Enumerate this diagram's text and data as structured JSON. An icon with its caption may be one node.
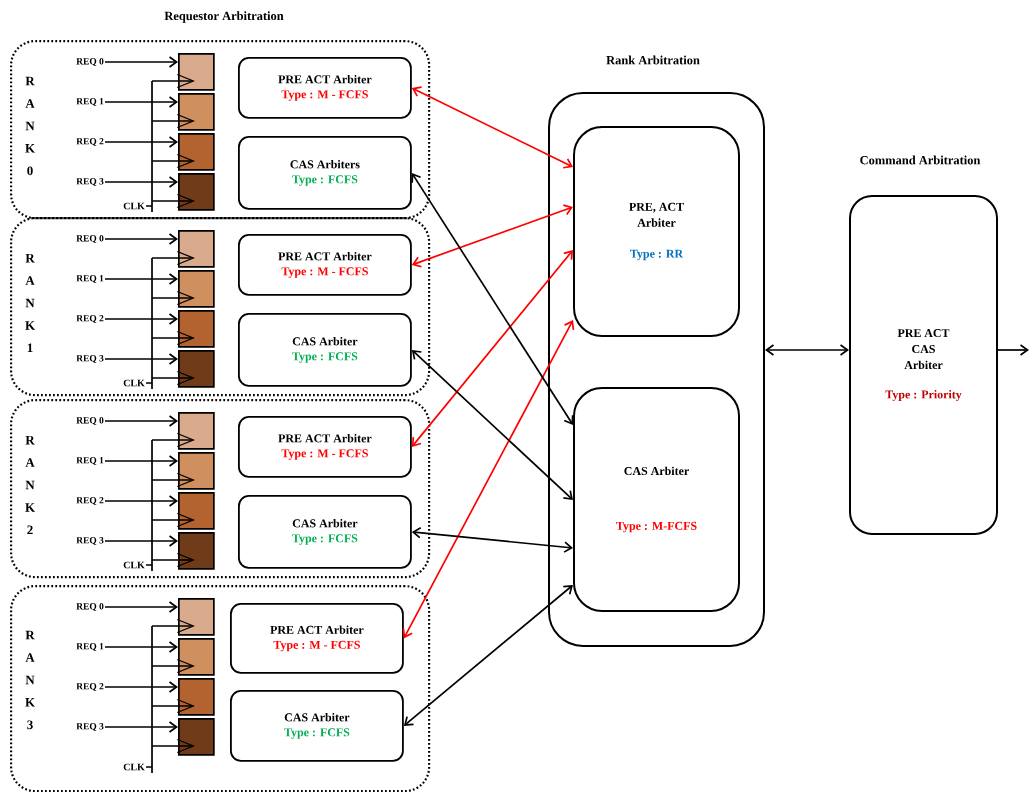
{
  "diagram": {
    "nodes": [
      {
        "text": [
          "R A N K 0"
        ]
      },
      {
        "text": [
          "REQ 0"
        ],
        "in": 0
      },
      {
        "text": [
          "REQ 1"
        ],
        "in": 0
      },
      {
        "text": [
          "REQ 2"
        ],
        "in": 0
      },
      {
        "text": [
          "REQ 3"
        ],
        "in": 0
      },
      {
        "text": [],
        "shape": "box",
        "in": 0
      },
      {
        "text": [],
        "shape": "box",
        "in": 0
      },
      {
        "text": [],
        "shape": "box",
        "in": 0
      },
      {
        "text": [],
        "shape": "box",
        "in": 0
      },
      {
        "text": [
          "CLK"
        ],
        "in": 0
      },
      {
        "text": [
          "PRE ACT Arbiter",
          "Type : M - FCFS"
        ],
        "in": 0
      },
      {
        "text": [
          "CAS Arbiters",
          "Type : FCFS"
        ],
        "in": 0
      },
      {
        "text": [
          "R A N K 1"
        ]
      },
      {
        "text": [
          "REQ 0"
        ],
        "in": 12
      },
      {
        "text": [
          "REQ 1"
        ],
        "in": 12
      },
      {
        "text": [
          "REQ 2"
        ],
        "in": 12
      },
      {
        "text": [
          "REQ 3"
        ],
        "in": 12
      },
      {
        "text": [],
        "shape": "box",
        "in": 12
      },
      {
        "text": [],
        "shape": "box",
        "in": 12
      },
      {
        "text": [],
        "shape": "box",
        "in": 12
      },
      {
        "text": [],
        "shape": "box",
        "in": 12
      },
      {
        "text": [
          "CLK"
        ],
        "in": 12
      },
      {
        "text": [
          "PRE ACT Arbiter",
          "Type : M - FCFS"
        ],
        "in": 12
      },
      {
        "text": [
          "CAS Arbiter",
          "Type : FCFS"
        ],
        "in": 12
      },
      {
        "text": [
          "R A N K 2"
        ]
      },
      {
        "text": [
          "REQ 0"
        ],
        "in": 24
      },
      {
        "text": [
          "REQ 1"
        ],
        "in": 24
      },
      {
        "text": [
          "REQ 2"
        ],
        "in": 24
      },
      {
        "text": [
          "REQ 3"
        ],
        "in": 24
      },
      {
        "text": [],
        "shape": "box",
        "in": 24
      },
      {
        "text": [],
        "shape": "box",
        "in": 24
      },
      {
        "text": [],
        "shape": "box",
        "in": 24
      },
      {
        "text": [],
        "shape": "box",
        "in": 24
      },
      {
        "text": [
          "CLK"
        ],
        "in": 24
      },
      {
        "text": [
          "PRE ACT Arbiter",
          "Type : M - FCFS"
        ],
        "in": 24
      },
      {
        "text": [
          "CAS Arbiter",
          "Type : FCFS"
        ],
        "in": 24
      },
      {
        "text": [
          "R A N K 3"
        ]
      },
      {
        "text": [
          "REQ 0"
        ],
        "in": 36
      },
      {
        "text": [
          "REQ 1"
        ],
        "in": 36
      },
      {
        "text": [
          "REQ 2"
        ],
        "in": 36
      },
      {
        "text": [
          "REQ 3"
        ],
        "in": 36
      },
      {
        "text": [],
        "shape": "box",
        "in": 36
      },
      {
        "text": [],
        "shape": "box",
        "in": 36
      },
      {
        "text": [],
        "shape": "box",
        "in": 36
      },
      {
        "text": [],
        "shape": "box",
        "in": 36
      },
      {
        "text": [
          "CLK"
        ],
        "in": 36
      },
      {
        "text": [
          "PRE ACT Arbiter",
          "Type : M - FCFS"
        ],
        "in": 36
      },
      {
        "text": [
          "CAS Arbiter",
          "Type : FCFS"
        ],
        "in": 36
      },
      {
        "text": [
          "Rank Arbitration"
        ]
      },
      {
        "text": [
          "PRE, ACT Arbiter",
          "Type : RR"
        ],
        "in": 48
      },
      {
        "text": [
          "CAS Arbiter",
          "Type : M-FCFS"
        ],
        "in": 48
      },
      {
        "text": [
          "Command Arbitration",
          "PRE ACT CAS Arbiter",
          "Type : Priority"
        ]
      }
    ],
    "edges": [
      {
        "from": 1,
        "to": 5,
        "arrow": "to"
      },
      {
        "from": 2,
        "to": 6,
        "arrow": "to"
      },
      {
        "from": 3,
        "to": 7,
        "arrow": "to"
      },
      {
        "from": 4,
        "to": 8,
        "arrow": "to"
      },
      {
        "from": 9,
        "to": 5,
        "arrow": "to"
      },
      {
        "from": 9,
        "to": 6,
        "arrow": "to"
      },
      {
        "from": 9,
        "to": 7,
        "arrow": "to"
      },
      {
        "from": 9,
        "to": 8,
        "arrow": "to"
      },
      {
        "from": 13,
        "to": 17,
        "arrow": "to"
      },
      {
        "from": 14,
        "to": 18,
        "arrow": "to"
      },
      {
        "from": 15,
        "to": 19,
        "arrow": "to"
      },
      {
        "from": 16,
        "to": 20,
        "arrow": "to"
      },
      {
        "from": 21,
        "to": 17,
        "arrow": "to"
      },
      {
        "from": 21,
        "to": 18,
        "arrow": "to"
      },
      {
        "from": 21,
        "to": 19,
        "arrow": "to"
      },
      {
        "from": 21,
        "to": 20,
        "arrow": "to"
      },
      {
        "from": 25,
        "to": 29,
        "arrow": "to"
      },
      {
        "from": 26,
        "to": 30,
        "arrow": "to"
      },
      {
        "from": 27,
        "to": 31,
        "arrow": "to"
      },
      {
        "from": 28,
        "to": 32,
        "arrow": "to"
      },
      {
        "from": 33,
        "to": 29,
        "arrow": "to"
      },
      {
        "from": 33,
        "to": 30,
        "arrow": "to"
      },
      {
        "from": 33,
        "to": 31,
        "arrow": "to"
      },
      {
        "from": 33,
        "to": 32,
        "arrow": "to"
      },
      {
        "from": 37,
        "to": 41,
        "arrow": "to"
      },
      {
        "from": 38,
        "to": 42,
        "arrow": "to"
      },
      {
        "from": 39,
        "to": 43,
        "arrow": "to"
      },
      {
        "from": 40,
        "to": 44,
        "arrow": "to"
      },
      {
        "from": 45,
        "to": 41,
        "arrow": "to"
      },
      {
        "from": 45,
        "to": 42,
        "arrow": "to"
      },
      {
        "from": 45,
        "to": 43,
        "arrow": "to"
      },
      {
        "from": 45,
        "to": 44,
        "arrow": "to"
      },
      {
        "from": 10,
        "to": 49,
        "arrow": "both",
        "color": "#ff0000"
      },
      {
        "from": 22,
        "to": 49,
        "arrow": "both",
        "color": "#ff0000"
      },
      {
        "from": 34,
        "to": 49,
        "arrow": "both",
        "color": "#ff0000"
      },
      {
        "from": 46,
        "to": 49,
        "arrow": "both",
        "color": "#ff0000"
      },
      {
        "from": 11,
        "to": 50,
        "arrow": "both"
      },
      {
        "from": 23,
        "to": 50,
        "arrow": "both"
      },
      {
        "from": 35,
        "to": 50,
        "arrow": "both"
      },
      {
        "from": 47,
        "to": 50,
        "arrow": "both"
      },
      {
        "from": 48,
        "to": 51,
        "arrow": "both"
      },
      {
        "from": 51,
        "to": null,
        "arrow": "to"
      }
    ],
    "labels": [
      "Requestor Arbitration"
    ]
  }
}
